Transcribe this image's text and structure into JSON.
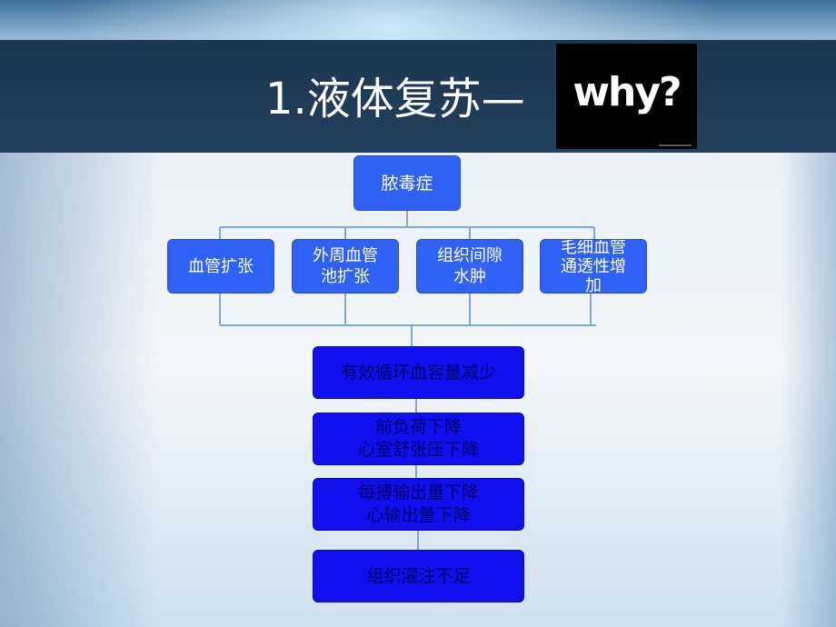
{
  "slide": {
    "title": "1.液体复苏—",
    "image_text": "why?"
  },
  "diagram": {
    "top": "脓毒症",
    "causes": [
      "血管扩张",
      "外周血管\n池扩张",
      "组织间隙\n水肿",
      "毛细血管\n通透性增\n加"
    ],
    "chain": [
      "有效循环血容量减少",
      "前负荷下降\n心室舒张压下降",
      "每搏输出量下降\n心输出量下降",
      "组织灌注不足"
    ]
  },
  "colors": {
    "node_blue": "#2f62f4",
    "chain_blue": "#1010ee",
    "connector": "#7fa8d8",
    "title_band": "#1f3c59"
  }
}
